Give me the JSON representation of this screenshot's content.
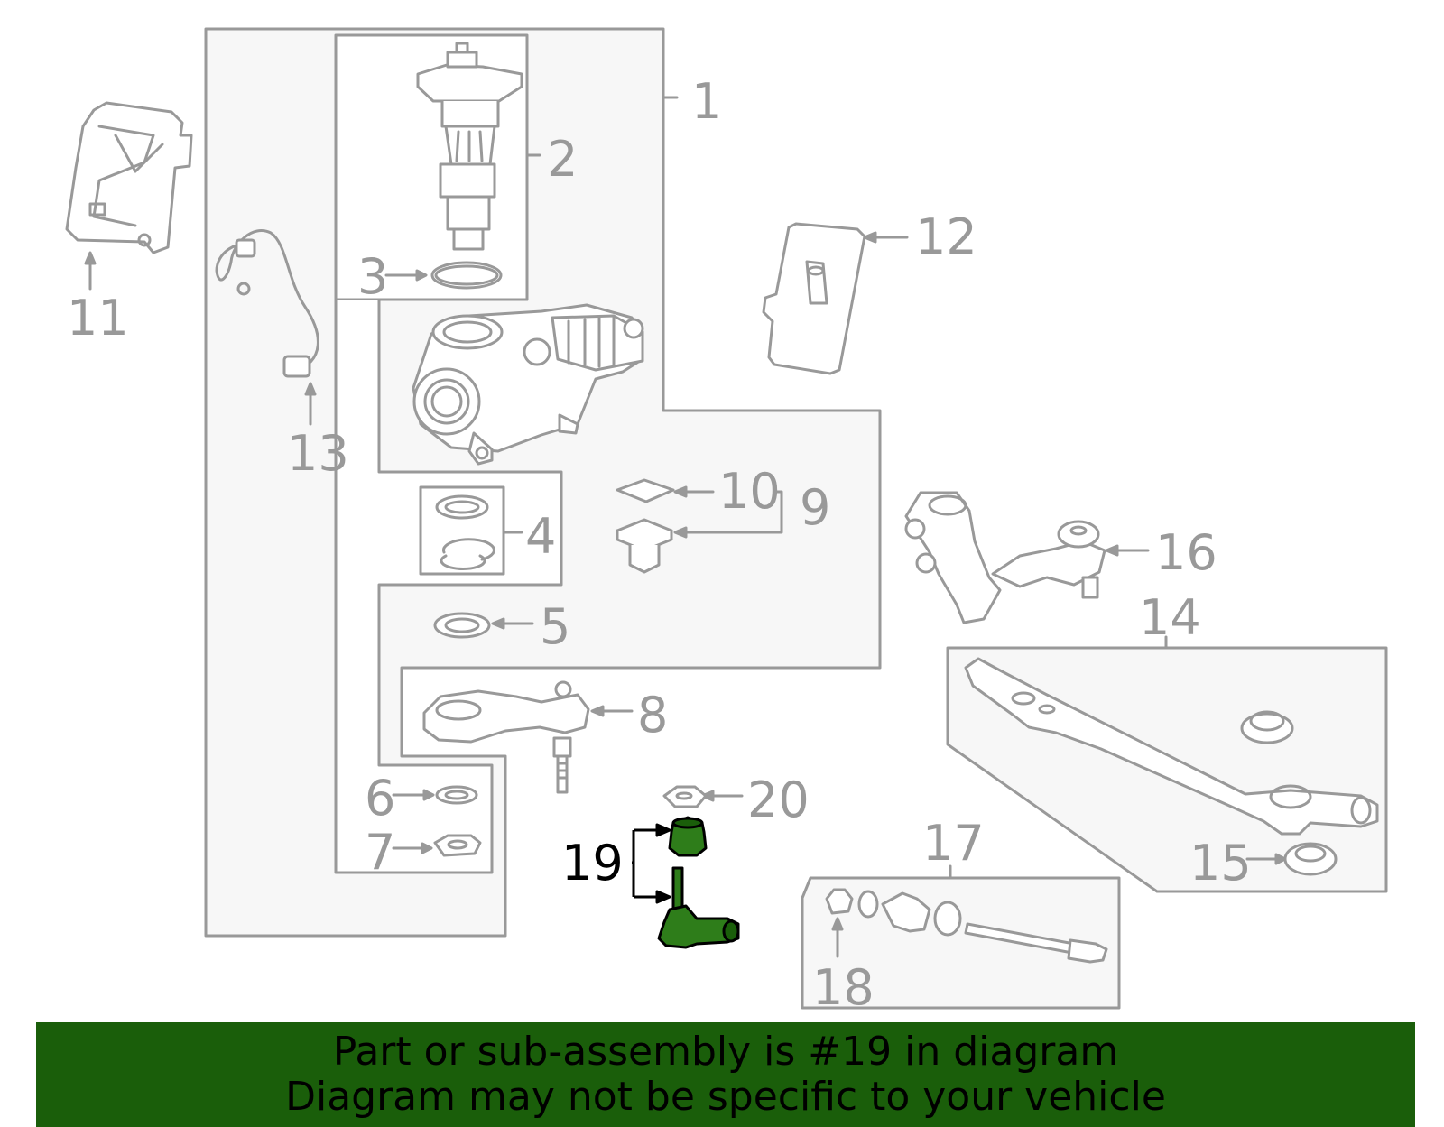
{
  "callouts": {
    "c1": "1",
    "c2": "2",
    "c3": "3",
    "c4": "4",
    "c5": "5",
    "c6": "6",
    "c7": "7",
    "c8": "8",
    "c9": "9",
    "c10": "10",
    "c11": "11",
    "c12": "12",
    "c13": "13",
    "c14": "14",
    "c15": "15",
    "c16": "16",
    "c17": "17",
    "c18": "18",
    "c19": "19",
    "c20": "20"
  },
  "highlighted_part": "19",
  "footer": {
    "line1": "Part or sub-assembly is #19 in diagram",
    "line2": "Diagram may not be specific to your vehicle"
  },
  "colors": {
    "line_gray": "#999999",
    "panel_fill": "#f7f7f7",
    "highlight_green": "#1a5e0a",
    "part_green": "#2e7d1a"
  }
}
